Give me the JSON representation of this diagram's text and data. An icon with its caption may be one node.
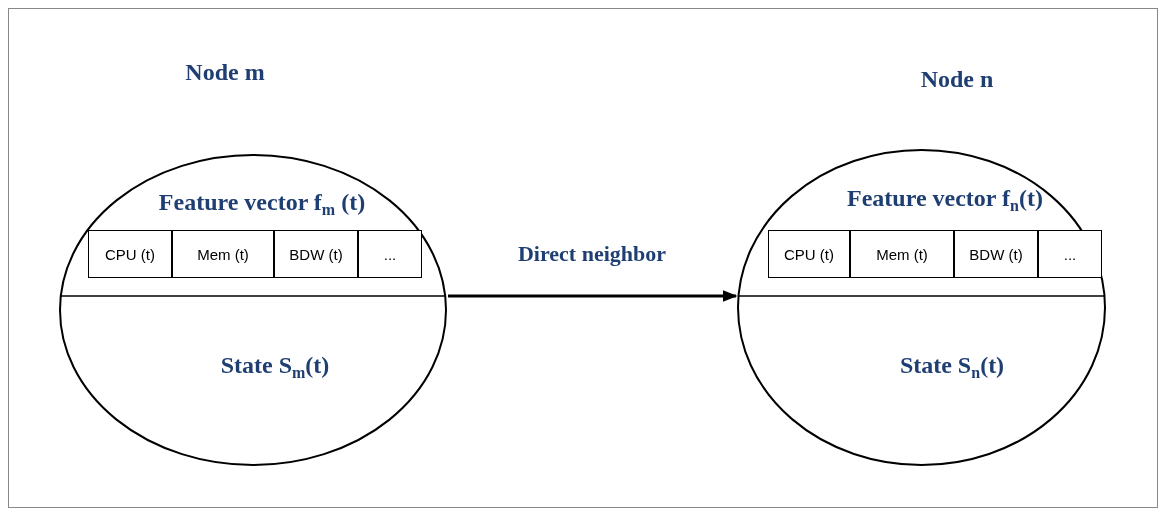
{
  "diagram": {
    "nodes": [
      {
        "text": [
          "Node m",
          "Feature vector f$_{m}$ (t)",
          "State  S$_{m}$(t)"
        ]
      },
      {
        "text": [
          "CPU (t)"
        ],
        "in": 0
      },
      {
        "text": [
          "Mem (t)"
        ],
        "in": 0
      },
      {
        "text": [
          "BDW (t)"
        ],
        "in": 0
      },
      {
        "text": [
          "..."
        ],
        "in": 0
      },
      {
        "text": [
          "Node n",
          "Feature vector f$_{n}$(t)",
          "State  S$_{n}$(t)"
        ]
      },
      {
        "text": [
          "CPU (t)"
        ],
        "in": 5
      },
      {
        "text": [
          "Mem (t)"
        ],
        "in": 5
      },
      {
        "text": [
          "BDW (t)"
        ],
        "in": 5
      },
      {
        "text": [
          "..."
        ],
        "in": 5
      }
    ],
    "edges": [
      {
        "from": 0,
        "to": 5,
        "arrow": "to",
        "label": "Direct neighbor"
      }
    ]
  }
}
